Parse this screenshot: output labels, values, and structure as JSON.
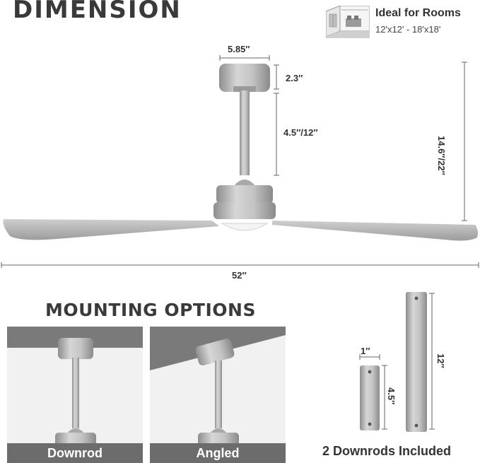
{
  "header": {
    "title": "DIMENSION"
  },
  "room": {
    "title": "Ideal for Rooms",
    "size": "12'x12' - 18'x18'",
    "icon": "room-icon"
  },
  "dimensions": {
    "canopy_width": "5.85″",
    "canopy_height": "2.3″",
    "downrod_length": "4.5″/12″",
    "total_height": "14.6″/22″",
    "blade_span": "52″"
  },
  "mounting": {
    "title": "MOUNTING OPTIONS",
    "options": [
      {
        "label": "Downrod"
      },
      {
        "label": "Angled"
      }
    ]
  },
  "downrods": {
    "diameter": "1″",
    "short_length": "4.5″",
    "long_length": "12″",
    "caption": "2 Downrods Included"
  },
  "colors": {
    "metal": "#b4b4b4",
    "label_bg": "#6c6c6c",
    "text": "#333333"
  }
}
